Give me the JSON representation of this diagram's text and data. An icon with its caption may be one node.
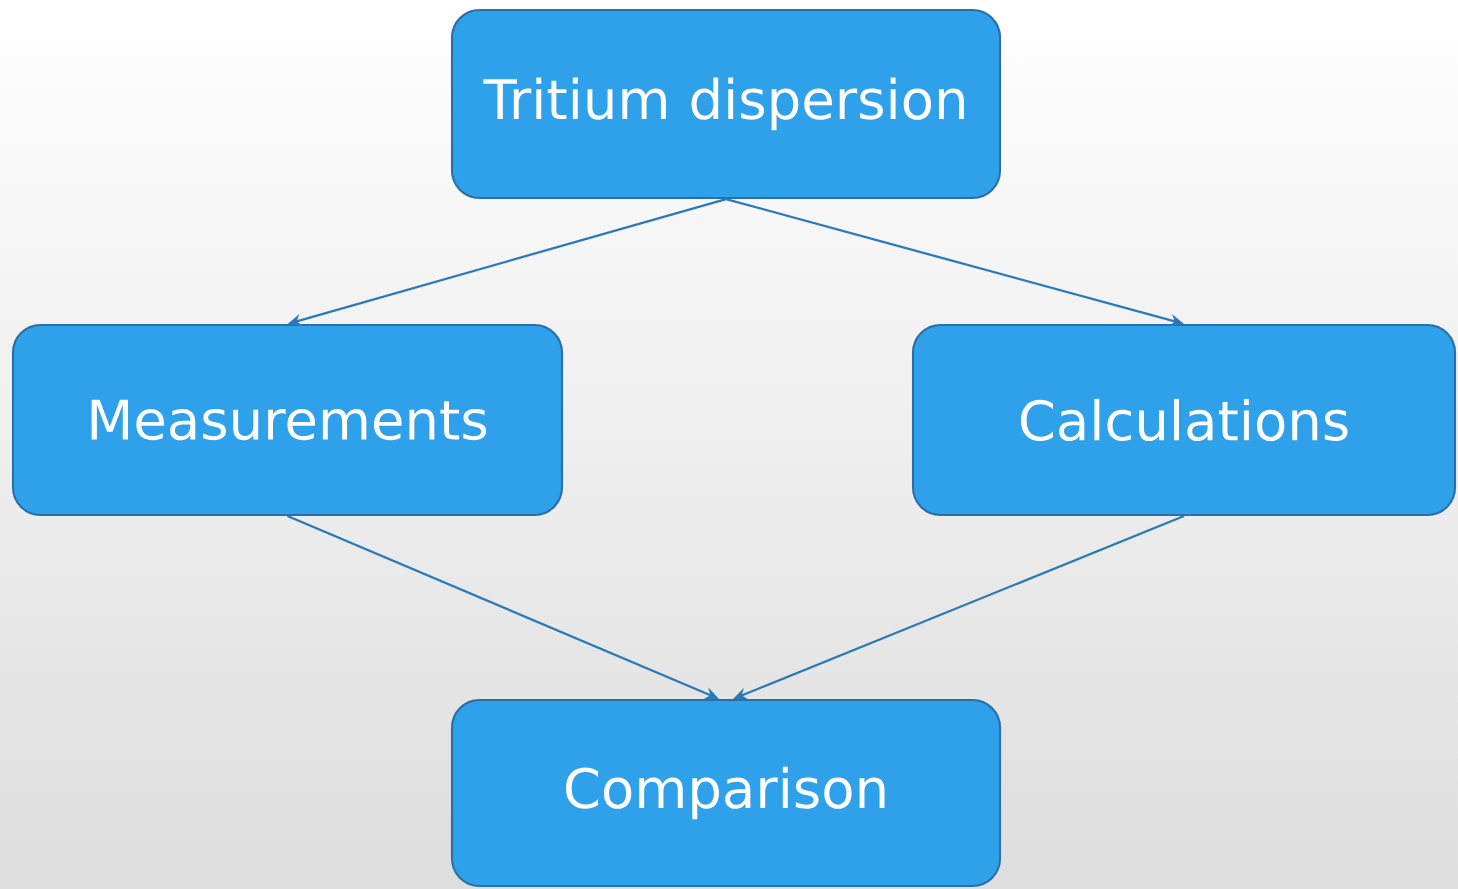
{
  "diagram": {
    "nodes": [
      {
        "text": [
          "Tritium dispersion"
        ]
      },
      {
        "text": [
          "Measurements"
        ]
      },
      {
        "text": [
          "Calculations"
        ]
      },
      {
        "text": [
          "Comparison"
        ]
      }
    ],
    "edges": [
      {
        "from": 0,
        "to": 1,
        "arrow": "to"
      },
      {
        "from": 0,
        "to": 2,
        "arrow": "to"
      },
      {
        "from": 1,
        "to": 3,
        "arrow": "to"
      },
      {
        "from": 2,
        "to": 3,
        "arrow": "to"
      }
    ]
  }
}
